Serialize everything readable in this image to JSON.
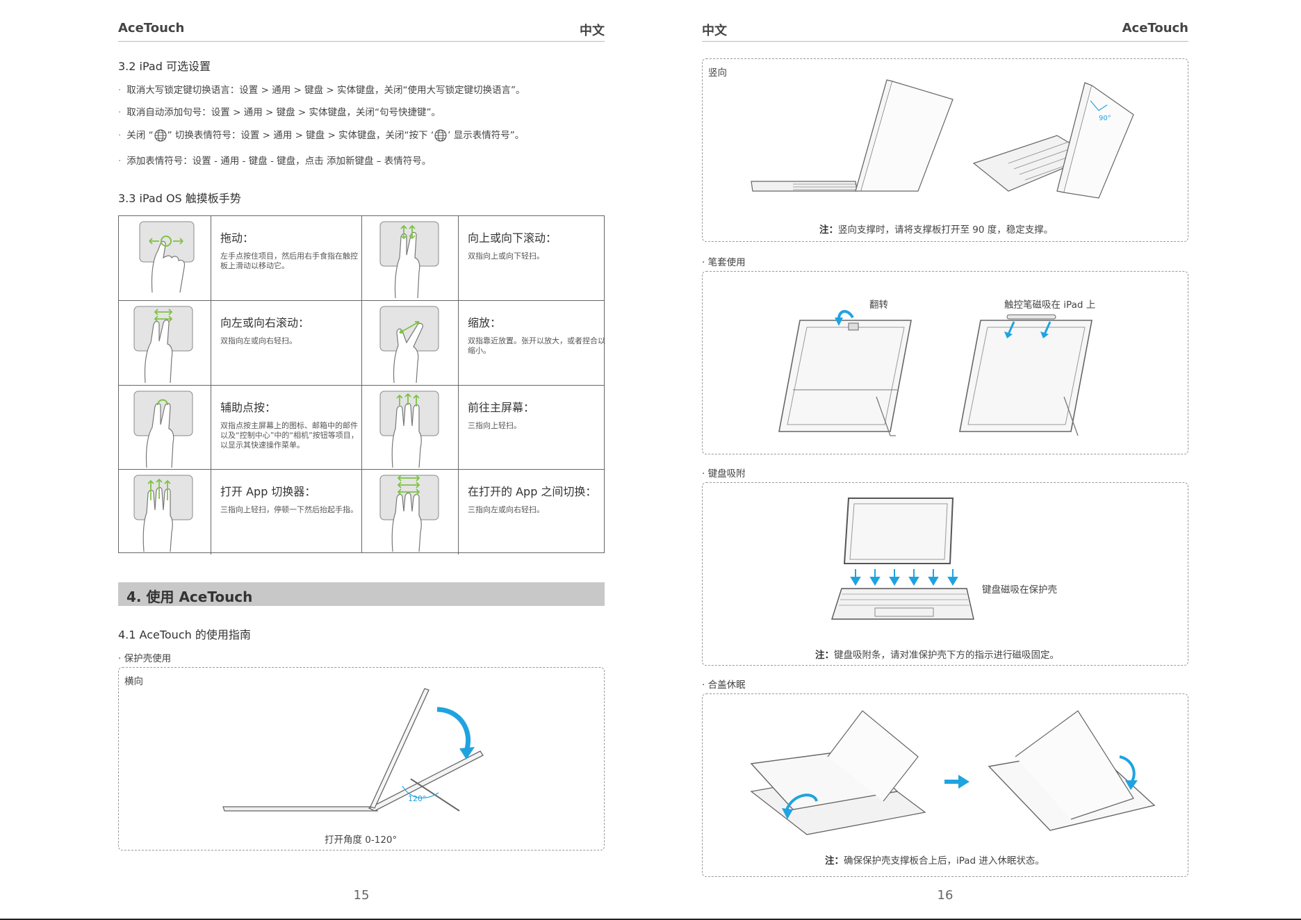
{
  "left_page": {
    "header": {
      "brand": "AceTouch",
      "lang": "中文"
    },
    "sec32": {
      "title": "3.2 iPad 可选设置",
      "bullets": [
        "取消大写锁定键切换语言：设置 > 通用 > 键盘 > 实体键盘，关闭“使用大写锁定键切换语言”。",
        "取消自动添加句号：设置 > 通用 > 键盘 > 实体键盘，关闭“句号快捷键”。",
        "添加表情符号：设置 - 通用 - 键盘 - 键盘，点击 添加新键盘 – 表情符号。"
      ],
      "globe_bullet": {
        "a": "关闭 “",
        "b": "” 切换表情符号：设置 > 通用 > 键盘 > 实体键盘，关闭“按下 ‘",
        "c": "’ 显示表情符号”。"
      }
    },
    "sec33": {
      "title": "3.3 iPad OS 触摸板手势"
    },
    "gestures": [
      {
        "title": "拖动：",
        "desc": "左手点按住项目，然后用右手食指在触控板上滑动以移动它。"
      },
      {
        "title": "向上或向下滚动：",
        "desc": "双指向上或向下轻扫。"
      },
      {
        "title": "向左或向右滚动：",
        "desc": "双指向左或向右轻扫。"
      },
      {
        "title": "缩放：",
        "desc": "双指靠近放置。张开以放大，或者捏合以缩小。"
      },
      {
        "title": "辅助点按：",
        "desc": "双指点按主屏幕上的图标、邮箱中的邮件以及“控制中心”中的“相机”按钮等项目，以显示其快速操作菜单。"
      },
      {
        "title": "前往主屏幕：",
        "desc": "三指向上轻扫。"
      },
      {
        "title": "打开 App 切换器：",
        "desc": "三指向上轻扫，停顿一下然后抬起手指。"
      },
      {
        "title": "在打开的 App 之间切换：",
        "desc": "三指向左或向右轻扫。"
      }
    ],
    "banner": "4. 使用 AceTouch",
    "sec41": {
      "title": "4.1 AceTouch 的使用指南",
      "sub": "· 保护壳使用"
    },
    "landscape": {
      "label": "横向",
      "angle": "120°",
      "caption": "打开角度 0-120°"
    },
    "page_number": "15"
  },
  "right_page": {
    "header": {
      "lang": "中文",
      "brand": "AceTouch"
    },
    "portrait": {
      "label": "竖向",
      "angle": "90°",
      "caption_bold": "注：",
      "caption": "竖向支撑时，请将支撑板打开至 90 度，稳定支撑。"
    },
    "pen": {
      "title": "· 笔套使用",
      "label_flip": "翻转",
      "label_attach": "触控笔磁吸在 iPad 上"
    },
    "keyboard": {
      "title": "· 键盘吸附",
      "label": "键盘磁吸在保护壳",
      "caption_bold": "注：",
      "caption": "键盘吸附条，请对准保护壳下方的指示进行磁吸固定。"
    },
    "sleep": {
      "title": "· 合盖休眠",
      "caption_bold": "注：",
      "caption": "确保保护壳支撑板合上后，iPad 进入休眠状态。"
    },
    "page_number": "16"
  },
  "colors": {
    "accent_green": "#7dc242",
    "accent_blue": "#1fa3e0",
    "banner_gray": "#c8c8c8"
  }
}
